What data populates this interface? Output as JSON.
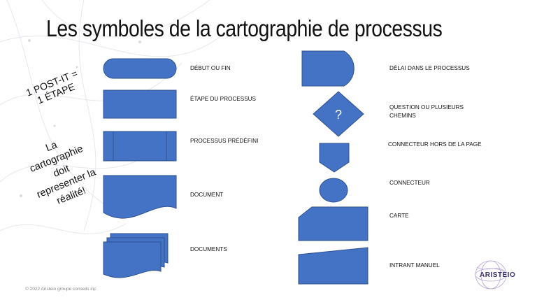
{
  "title": "Les symboles de la cartographie de processus",
  "notes": {
    "postit": [
      "1 POST-IT =",
      "1 ÉTAPE"
    ],
    "reality": [
      "La",
      "cartographie",
      "doit",
      "representer la",
      "réalité!"
    ]
  },
  "symbols_left": [
    {
      "label": "DÉBUT OU FIN"
    },
    {
      "label": "ÉTAPE DU PROCESSUS"
    },
    {
      "label": "PROCESSUS PRÉDÉFINI"
    },
    {
      "label": "DOCUMENT"
    },
    {
      "label": "DOCUMENTS"
    }
  ],
  "symbols_right": [
    {
      "label": "DÉLAI DANS LE PROCESSUS"
    },
    {
      "label": "QUESTION OU PLUSIEURS CHEMINS",
      "glyph": "?"
    },
    {
      "label": "CONNECTEUR HORS DE LA PAGE"
    },
    {
      "label": "CONNECTEUR"
    },
    {
      "label": "CARTE"
    },
    {
      "label": "INTRANT MANUEL"
    }
  ],
  "footer": "© 2022 Aristeio groupe conseils inc",
  "logo": {
    "text": "ARISTEIO"
  },
  "colors": {
    "shape_fill": "#4472c4",
    "shape_stroke": "#2f528f"
  }
}
